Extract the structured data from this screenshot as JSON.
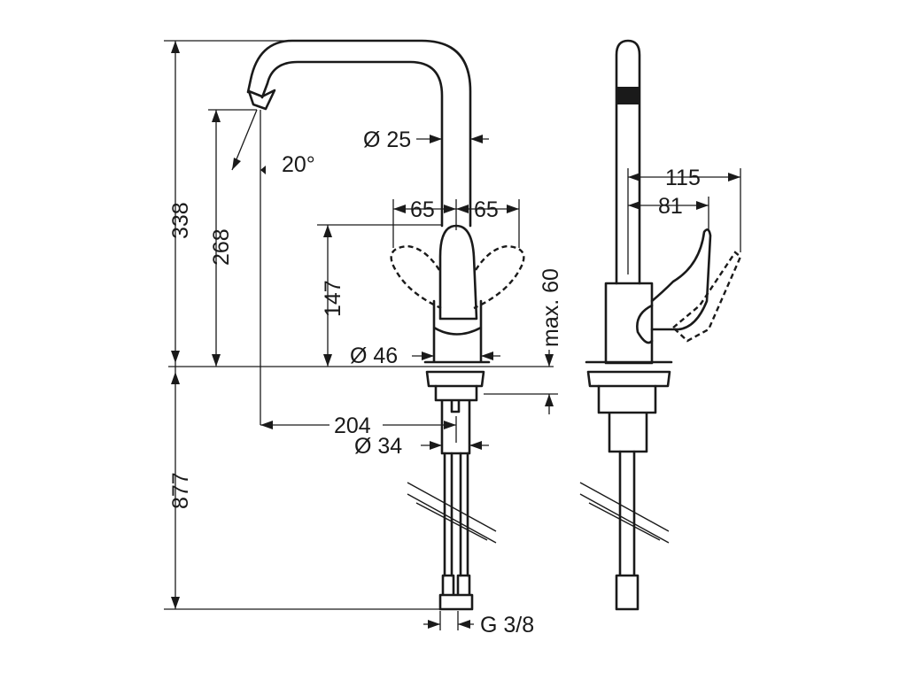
{
  "dimensions": {
    "total_height": "338",
    "spout_height": "268",
    "spout_angle": "20°",
    "spout_diameter": "Ø 25",
    "handle_swing_left": "65",
    "handle_swing_right": "65",
    "lever_height": "147",
    "max_mounting": "max. 60",
    "body_diameter": "Ø 46",
    "spout_reach": "204",
    "shank_diameter": "Ø 34",
    "hose_length": "877",
    "connection": "G 3/8",
    "side_reach_outer": "115",
    "side_reach_inner": "81"
  }
}
